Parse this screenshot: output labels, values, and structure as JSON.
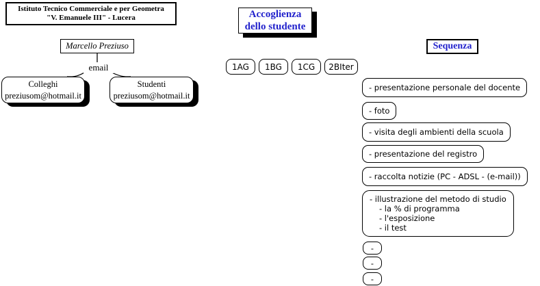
{
  "colors": {
    "accent_blue": "#2222CC",
    "line_black": "#000000",
    "background": "#FFFFFF"
  },
  "institute": {
    "line1": "Istituto Tecnico Commerciale e per Geometra",
    "line2": "\"V. Emanuele III\" - Lucera"
  },
  "author": {
    "name": "Marcello Preziuso",
    "connector_label": "email"
  },
  "contacts": [
    {
      "title": "Colleghi",
      "email": "preziusom@hotmail.it"
    },
    {
      "title": "Studenti",
      "email": "preziusom@hotmail.it"
    }
  ],
  "accoglienza": {
    "line1": "Accoglienza",
    "line2": "dello studente"
  },
  "classes": [
    "1AG",
    "1BG",
    "1CG",
    "2BIter"
  ],
  "sequenza": {
    "title": "Sequenza"
  },
  "sequence_items": [
    "- presentazione personale del docente",
    "- foto",
    "- visita degli ambienti della scuola",
    "- presentazione del registro",
    "- raccolta notizie (PC - ADSL - (e-mail))"
  ],
  "method_box": {
    "title": "- illustrazione del metodo di studio",
    "sub_items": [
      "- la % di programma",
      "- l'esposizione",
      "- il test"
    ]
  },
  "placeholder_items": [
    "-",
    "-",
    "-"
  ]
}
